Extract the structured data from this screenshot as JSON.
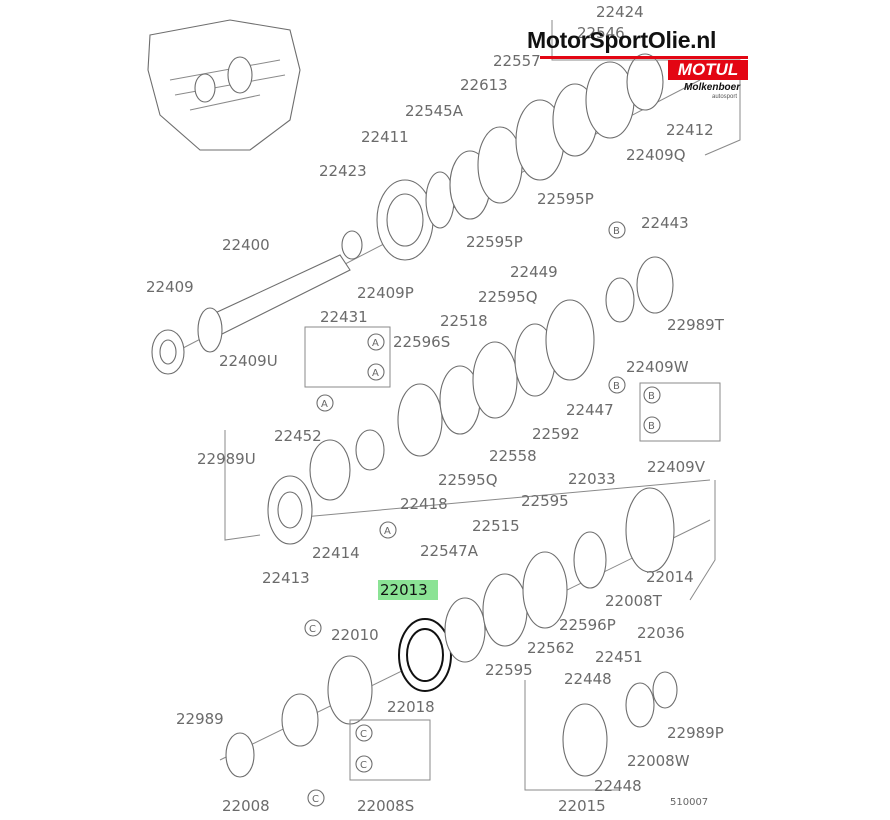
{
  "brand": {
    "site": "MotorSportOlie.nl",
    "logo": "MOTUL",
    "dealer": "Molkenboer",
    "dealer_sub": "autosport",
    "accent": "#e30613"
  },
  "highlight": {
    "part": "22013",
    "color": "#7ee08a"
  },
  "diagram_code": "510007",
  "letters": {
    "a": "A",
    "b": "B",
    "c": "C"
  },
  "parts": {
    "p22424": "22424",
    "p22546": "22546",
    "p22557": "22557",
    "p22613": "22613",
    "p22545A": "22545A",
    "p22411": "22411",
    "p22412": "22412",
    "p22409Q": "22409Q",
    "p22423": "22423",
    "p22595P_a": "22595P",
    "p22595P_b": "22595P",
    "p22400": "22400",
    "p22409": "22409",
    "p22409P": "22409P",
    "p22443": "22443",
    "p22449": "22449",
    "p22595Q_a": "22595Q",
    "p22989T": "22989T",
    "p22431": "22431",
    "p22518": "22518",
    "p22409U": "22409U",
    "p22596S": "22596S",
    "p22409W": "22409W",
    "p22447": "22447",
    "p22592": "22592",
    "p22452": "22452",
    "p22558": "22558",
    "p22989U": "22989U",
    "p22409V": "22409V",
    "p22595Q_b": "22595Q",
    "p22418": "22418",
    "p22033": "22033",
    "p22595_a": "22595",
    "p22515": "22515",
    "p22414": "22414",
    "p22547A": "22547A",
    "p22014": "22014",
    "p22413": "22413",
    "p22008T": "22008T",
    "p22596P": "22596P",
    "p22010": "22010",
    "p22562": "22562",
    "p22036": "22036",
    "p22451": "22451",
    "p22595_b": "22595",
    "p22448_a": "22448",
    "p22018": "22018",
    "p22989": "22989",
    "p22989P": "22989P",
    "p22008W": "22008W",
    "p22448_b": "22448",
    "p22008": "22008",
    "p22008S": "22008S",
    "p22015": "22015"
  }
}
